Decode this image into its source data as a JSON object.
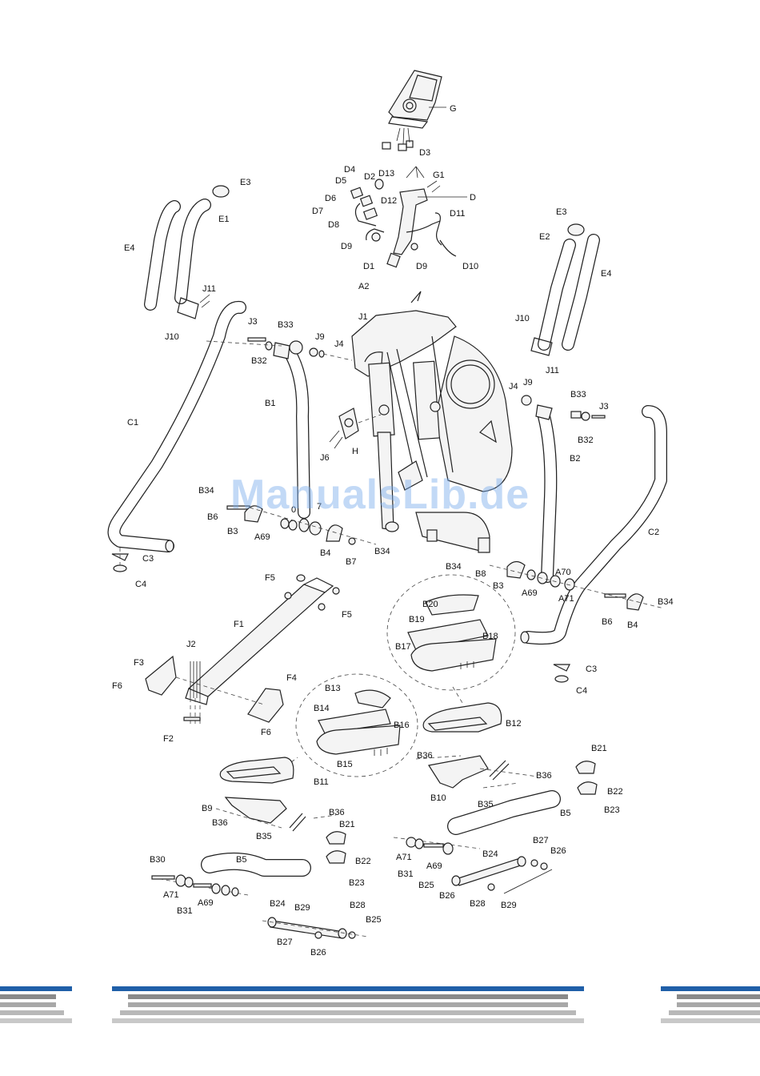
{
  "watermark": "ManualsLib.de",
  "colors": {
    "stripe_blue": "#1f5fa8",
    "stripe_grey": "#a8a8a8",
    "watermark": "#78aaeb"
  },
  "labels": {
    "G": "G",
    "D3": "D3",
    "G1": "G1",
    "D": "D",
    "D4": "D4",
    "D2": "D2",
    "D13": "D13",
    "D5": "D5",
    "D6": "D6",
    "D12": "D12",
    "D7": "D7",
    "D11": "D11",
    "D8": "D8",
    "D9a": "D9",
    "D1": "D1",
    "D9b": "D9",
    "D10": "D10",
    "E3a": "E3",
    "E1": "E1",
    "E4a": "E4",
    "J11a": "J11",
    "J10a": "J10",
    "E3b": "E3",
    "E2": "E2",
    "E4b": "E4",
    "J10b": "J10",
    "J11b": "J11",
    "A2": "A2",
    "J1": "J1",
    "J3a": "J3",
    "B33a": "B33",
    "J9a": "J9",
    "J4a": "J4",
    "B32a": "B32",
    "B1": "B1",
    "C1": "C1",
    "J6": "J6",
    "H": "H",
    "J4b": "J4",
    "J9b": "J9",
    "B33b": "B33",
    "J3b": "J3",
    "B32b": "B32",
    "B2": "B2",
    "B34a": "B34",
    "B6a": "B6",
    "B3a": "B3",
    "A69a": "A69",
    "A70a": "0",
    "A71a": "7",
    "B4a": "B4",
    "B7": "B7",
    "B34b": "B34",
    "C3a": "C3",
    "C4a": "C4",
    "C2": "C2",
    "B34c": "B34",
    "B8": "B8",
    "A70b": "A70",
    "B3b": "B3",
    "A69b": "A69",
    "A71b": "A71",
    "B34d": "B34",
    "B6b": "B6",
    "B4b": "B4",
    "F5a": "F5",
    "F5b": "F5",
    "F1": "F1",
    "J2": "J2",
    "F3": "F3",
    "F6a": "F6",
    "F4": "F4",
    "F6b": "F6",
    "F2": "F2",
    "B20": "B20",
    "B19": "B19",
    "B18": "B18",
    "B17": "B17",
    "C3b": "C3",
    "C4b": "C4",
    "B13": "B13",
    "B14": "B14",
    "B16": "B16",
    "B15": "B15",
    "B12": "B12",
    "B11": "B11",
    "B21a": "B21",
    "B36a": "B36",
    "B36b": "B36",
    "B22a": "B22",
    "B10": "B10",
    "B35a": "B35",
    "B23a": "B23",
    "B5a": "B5",
    "B9": "B9",
    "B36c": "B36",
    "B36d": "B36",
    "B35b": "B35",
    "B21b": "B21",
    "B22b": "B22",
    "B23b": "B23",
    "B27a": "B27",
    "B26a": "B26",
    "B24a": "B24",
    "A71c": "A71",
    "A69c": "A69",
    "B31a": "B31",
    "B25a": "B25",
    "B26b": "B26",
    "B28a": "B28",
    "B29a": "B29",
    "B30": "B30",
    "B5b": "B5",
    "A71d": "A71",
    "B31b": "B31",
    "A69d": "A69",
    "B24b": "B24",
    "B29b": "B29",
    "B28b": "B28",
    "B25b": "B25",
    "B27b": "B27",
    "B26c": "B26"
  }
}
